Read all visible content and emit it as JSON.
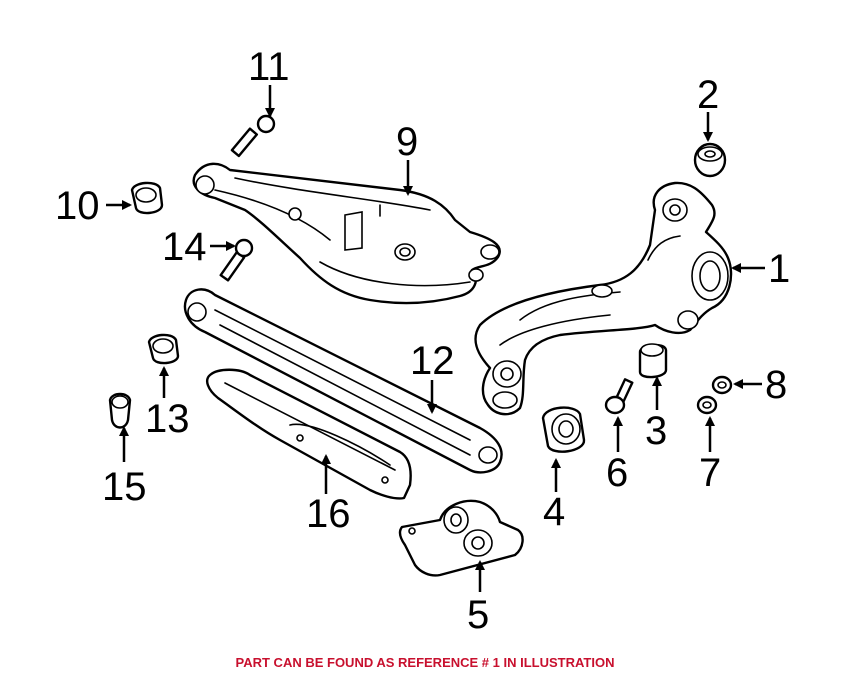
{
  "callouts": {
    "c1": "1",
    "c2": "2",
    "c3": "3",
    "c4": "4",
    "c5": "5",
    "c6": "6",
    "c7": "7",
    "c8": "8",
    "c9": "9",
    "c10": "10",
    "c11": "11",
    "c12": "12",
    "c13": "13",
    "c14": "14",
    "c15": "15",
    "c16": "16"
  },
  "footer": "PART CAN BE FOUND AS REFERENCE # 1 IN ILLUSTRATION",
  "colors": {
    "footer": "#c8102e",
    "line": "#000000"
  }
}
